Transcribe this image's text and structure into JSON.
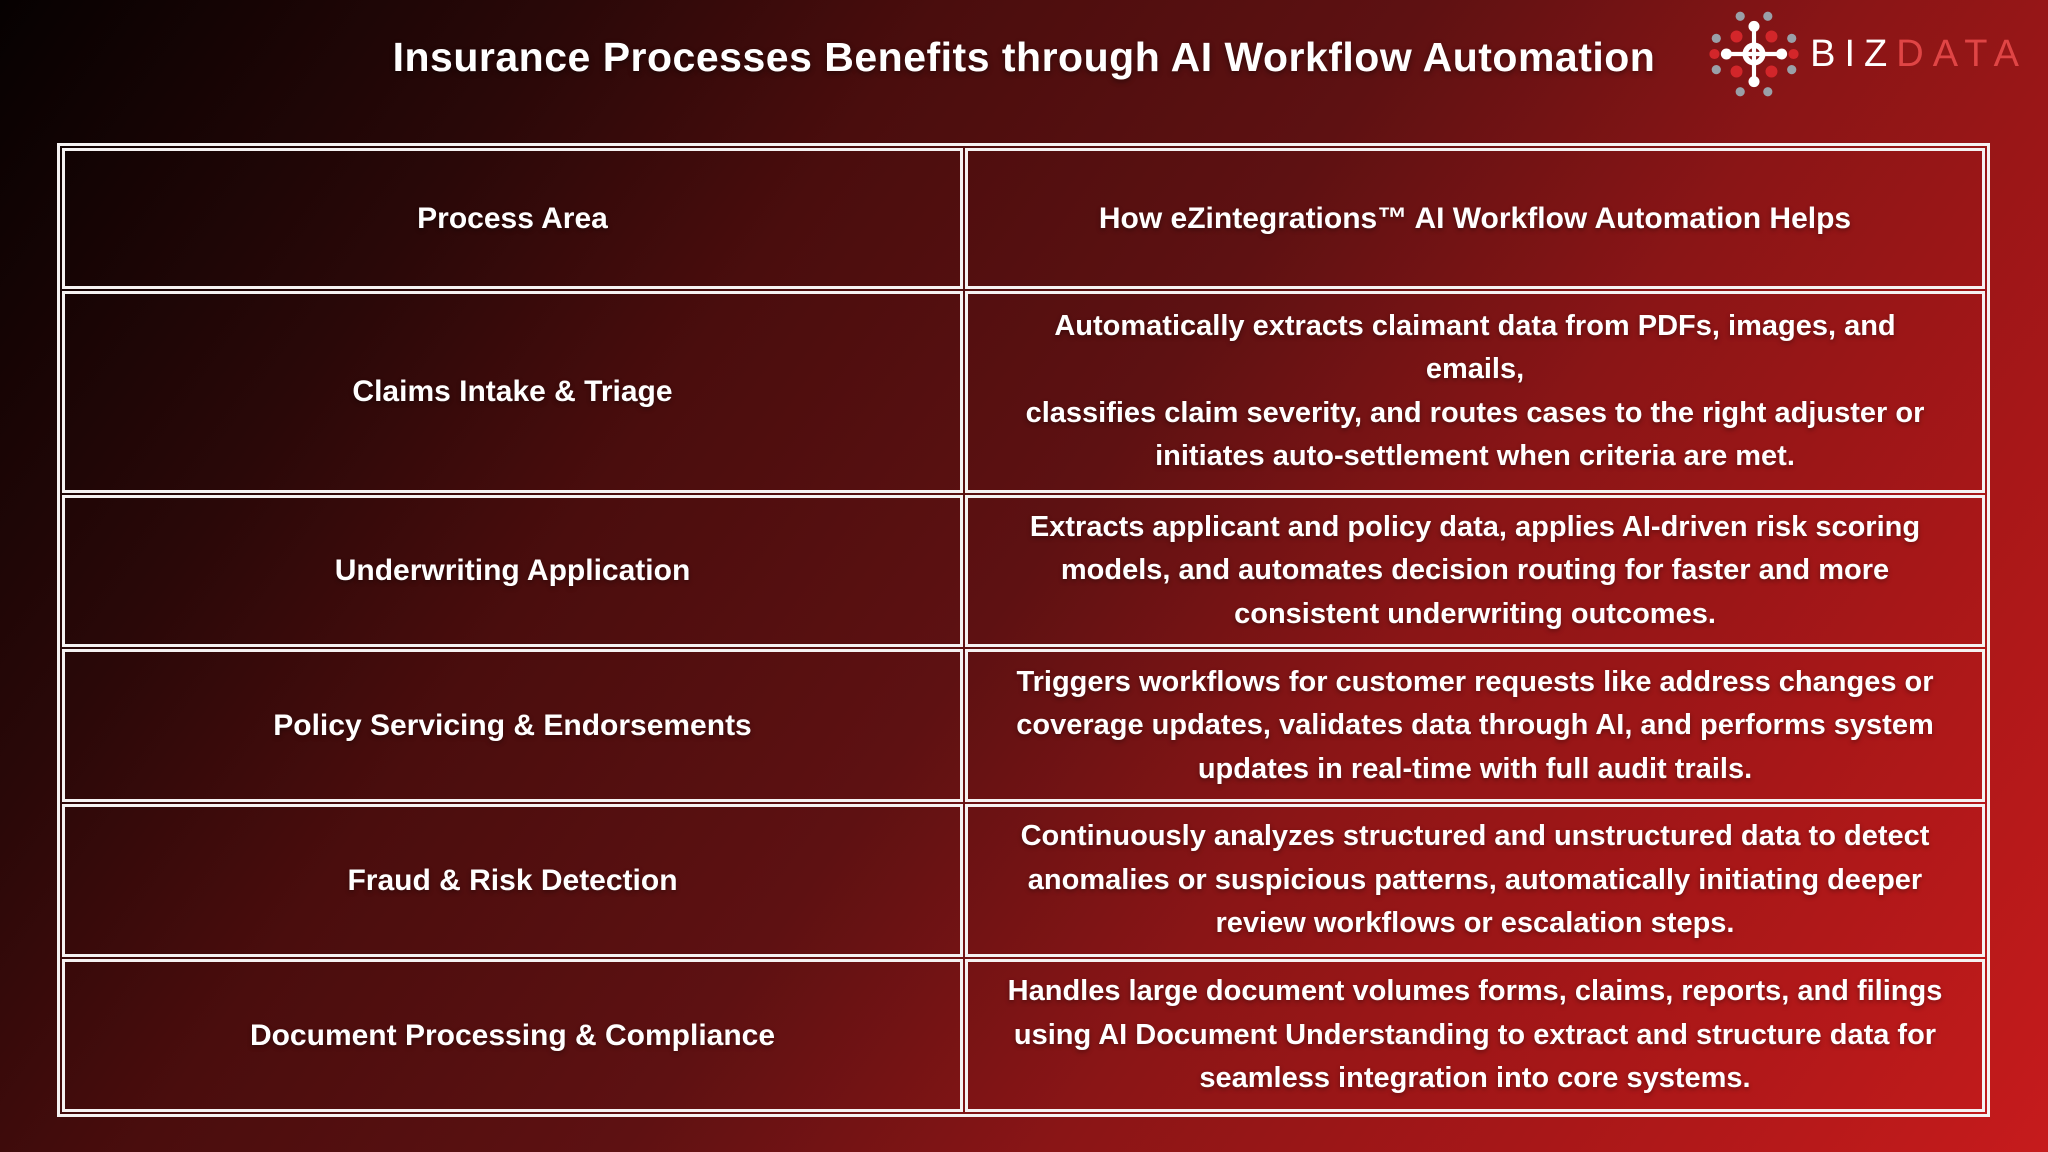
{
  "page": {
    "title": "Insurance Processes Benefits through AI Workflow Automation"
  },
  "logo": {
    "brand_primary": "BIZ",
    "brand_secondary": "DATA",
    "icon": "hub-network-icon"
  },
  "colors": {
    "background_dark": "#060101",
    "background_red": "#c61b1c",
    "table_border": "#f5f2f2",
    "text": "#ffffff",
    "logo_red": "#e04545",
    "logo_icon_red": "#d3262a",
    "logo_icon_gray": "#9aa0a8",
    "logo_icon_white": "#ffffff"
  },
  "table": {
    "headers": [
      "Process Area",
      "How eZintegrations™ AI Workflow Automation Helps"
    ],
    "rows": [
      {
        "area": "Claims Intake & Triage",
        "benefit": "Automatically extracts claimant data from PDFs, images, and emails,\nclassifies claim severity, and routes cases to the right adjuster or\ninitiates auto-settlement when criteria are met."
      },
      {
        "area": "Underwriting Application",
        "benefit": "Extracts applicant and policy data, applies AI-driven risk scoring\nmodels, and automates decision routing for faster and more\nconsistent underwriting outcomes."
      },
      {
        "area": "Policy Servicing & Endorsements",
        "benefit": "Triggers workflows for customer requests like address changes or\ncoverage updates, validates data through AI, and performs system\nupdates in real-time with full audit trails."
      },
      {
        "area": "Fraud & Risk Detection",
        "benefit": "Continuously analyzes structured and unstructured data to detect\nanomalies or suspicious patterns, automatically initiating deeper\nreview workflows or escalation steps."
      },
      {
        "area": "Document Processing & Compliance",
        "benefit": "Handles large document volumes forms, claims, reports, and filings\nusing AI Document Understanding to extract and structure data for\nseamless integration into core systems."
      }
    ]
  }
}
